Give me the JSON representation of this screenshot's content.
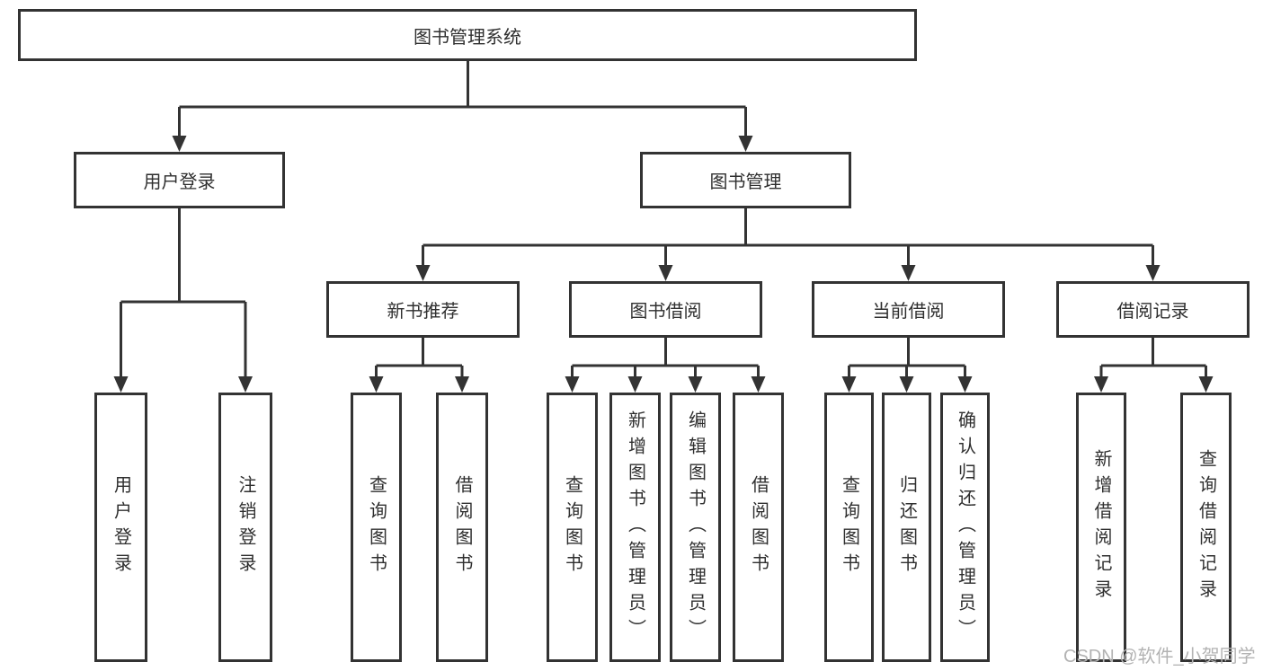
{
  "diagram": {
    "root": {
      "label": "图书管理系统"
    },
    "branches": [
      {
        "label": "用户登录"
      },
      {
        "label": "图书管理"
      }
    ],
    "modules": [
      {
        "label": "新书推荐"
      },
      {
        "label": "图书借阅"
      },
      {
        "label": "当前借阅"
      },
      {
        "label": "借阅记录"
      }
    ],
    "leaves": {
      "user_login": [
        {
          "label": "用户登录"
        },
        {
          "label": "注销登录"
        }
      ],
      "new_book": [
        {
          "label": "查询图书"
        },
        {
          "label": "借阅图书"
        }
      ],
      "book_borrow": [
        {
          "label": "查询图书"
        },
        {
          "label": "新增图书（管理员）"
        },
        {
          "label": "编辑图书（管理员）"
        },
        {
          "label": "借阅图书"
        }
      ],
      "current_borrow": [
        {
          "label": "查询图书"
        },
        {
          "label": "归还图书"
        },
        {
          "label": "确认归还（管理员）"
        }
      ],
      "borrow_record": [
        {
          "label": "新增借阅记录"
        },
        {
          "label": "查询借阅记录"
        }
      ]
    },
    "watermark": "CSDN @软件_小贺同学",
    "colors": {
      "line": "#333333",
      "text": "#2f2f2f",
      "background": "#ffffff",
      "watermark": "#b3b3b3"
    }
  }
}
